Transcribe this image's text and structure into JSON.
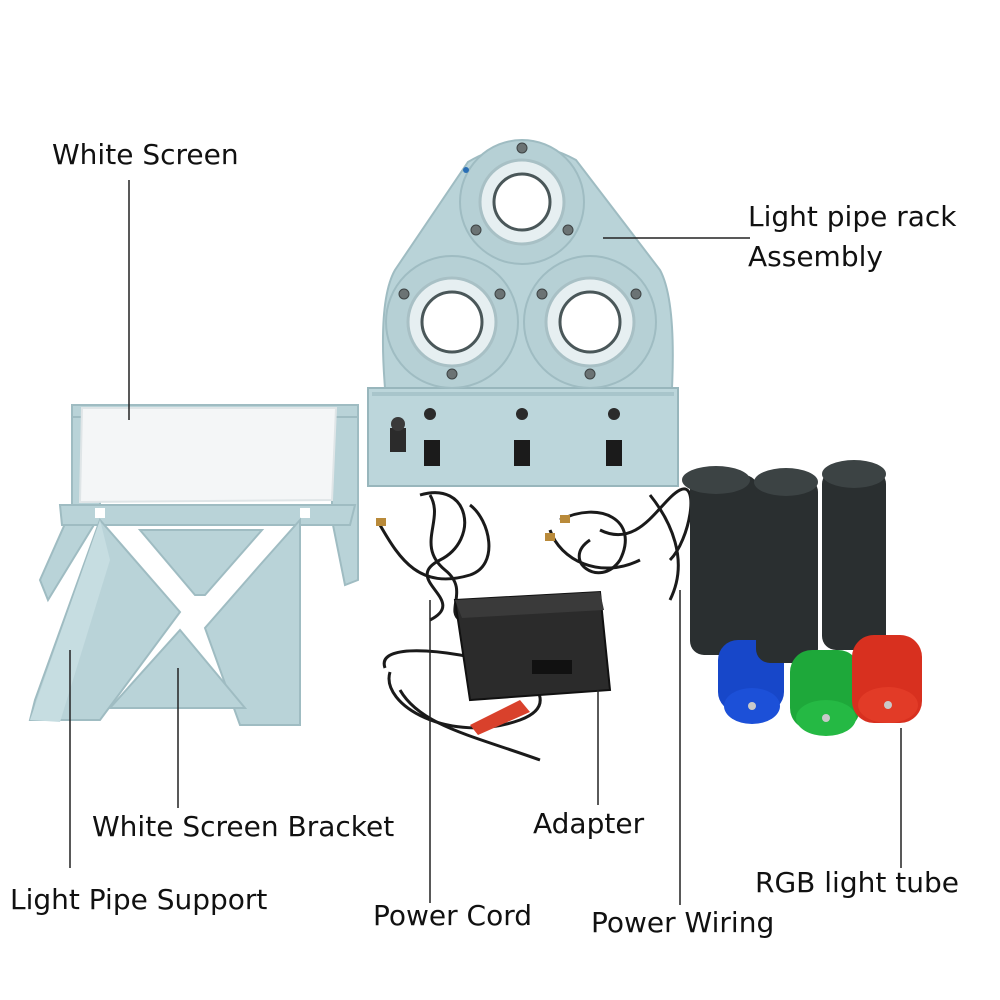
{
  "labels": {
    "white_screen": "White Screen",
    "light_pipe_rack_line1": "Light pipe rack",
    "light_pipe_rack_line2": "Assembly",
    "white_screen_bracket": "White Screen Bracket",
    "adapter": "Adapter",
    "light_pipe_support": "Light Pipe Support",
    "power_cord": "Power Cord",
    "power_wiring": "Power Wiring",
    "rgb_light_tube": "RGB light tube"
  },
  "colors": {
    "panel": "#b9d3d8",
    "panel_edge": "#9fbcc2",
    "screen": "#f4f6f7",
    "tube_body": "#2a2f30",
    "cap_blue": "#1747c9",
    "cap_green": "#1ea83a",
    "cap_red": "#d8301f",
    "cable": "#1a1a1a",
    "adapter": "#2b2b2b",
    "clip_red": "#d9412c",
    "leader": "#222222"
  }
}
